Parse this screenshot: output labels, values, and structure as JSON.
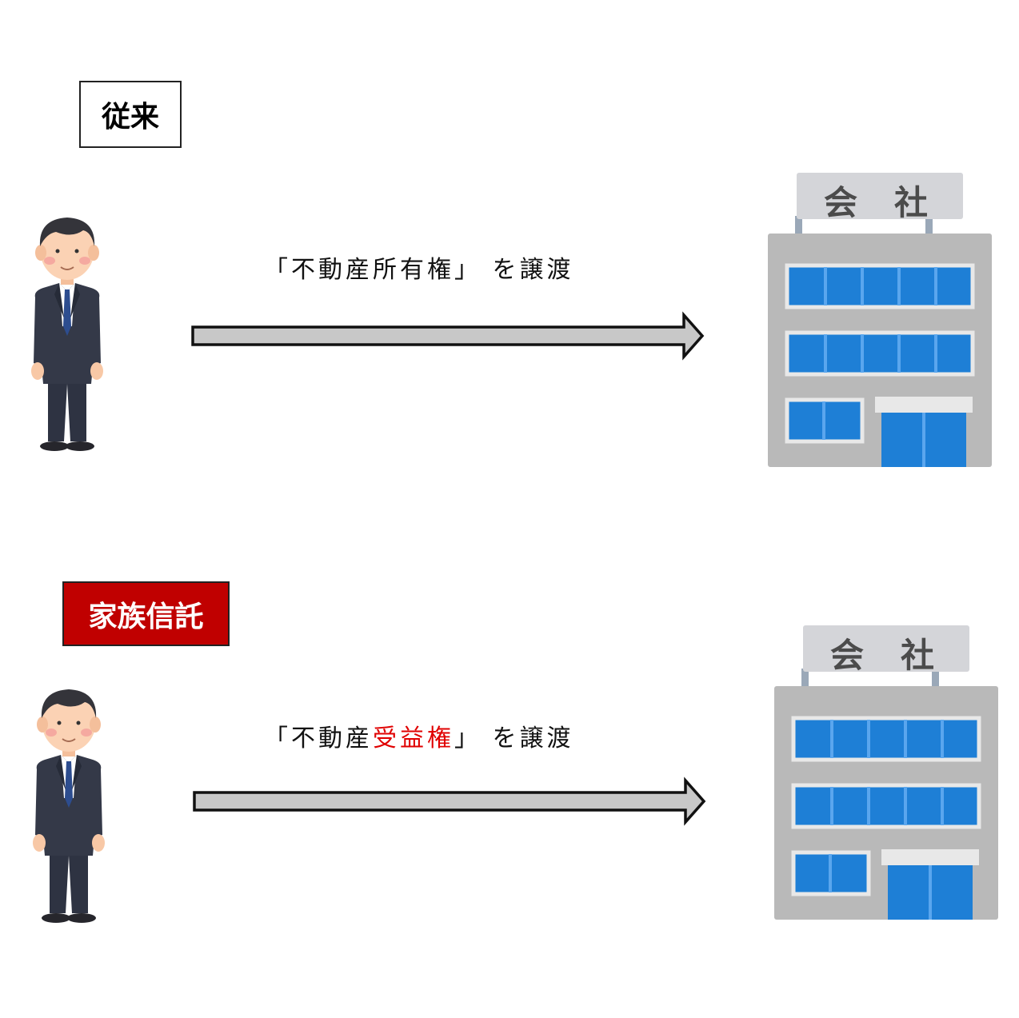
{
  "sections": [
    {
      "label": "従来",
      "caption": {
        "open": "「",
        "main": "不動産所有権",
        "highlight": "",
        "close": "」",
        "suffix": " を譲渡"
      },
      "building_sign": {
        "left": "会",
        "right": "社"
      }
    },
    {
      "label": "家族信託",
      "caption": {
        "open": "「",
        "main": "不動産",
        "highlight": "受益権",
        "close": "」",
        "suffix": " を譲渡"
      },
      "building_sign": {
        "left": "会",
        "right": "社"
      }
    }
  ],
  "colors": {
    "trust_label_bg": "#c00000",
    "highlight_text": "#e00000",
    "arrow_fill": "#c8c8c8",
    "window_blue": "#1e7fd6",
    "building_gray": "#b9b9b9"
  }
}
